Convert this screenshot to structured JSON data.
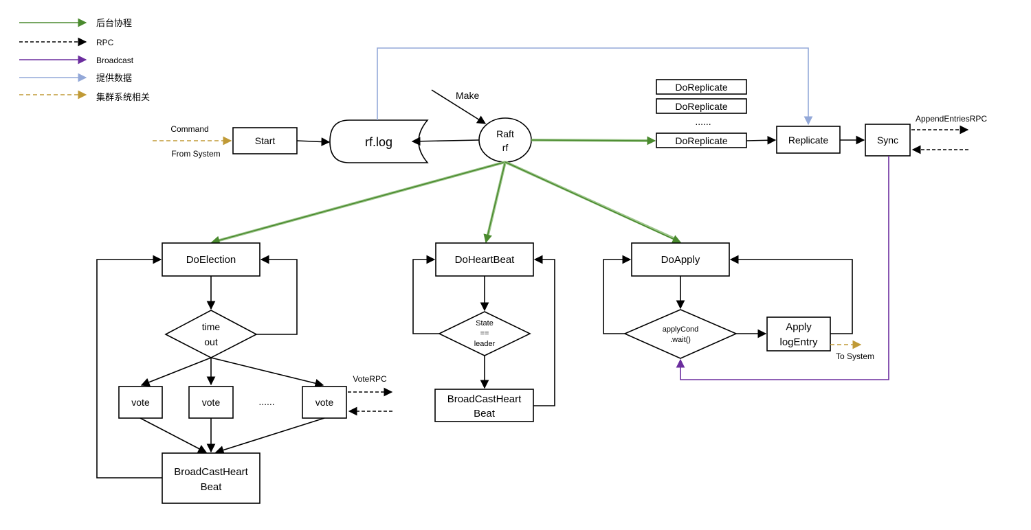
{
  "legend": {
    "green": "后台协程",
    "rpc": "RPC",
    "broadcast": "Broadcast",
    "data": "提供数据",
    "cluster": "集群系统相关"
  },
  "colors": {
    "green": "#4a8a2e",
    "rpc": "#000000",
    "broadcast": "#6b2d9e",
    "data": "#93a8d8",
    "cluster": "#c09a36"
  },
  "top": {
    "command": "Command",
    "from_system": "From System",
    "start": "Start",
    "rflog": "rf.log",
    "make": "Make",
    "raft_line1": "Raft",
    "raft_line2": "rf",
    "doreplicate": "DoReplicate",
    "ellipsis": "......",
    "replicate": "Replicate",
    "sync": "Sync",
    "append_rpc": "AppendEntriesRPC"
  },
  "election": {
    "title": "DoElection",
    "timeout_line1": "time",
    "timeout_line2": "out",
    "vote": "vote",
    "ellipsis": "......",
    "vote_rpc": "VoteRPC",
    "broadcast_line1": "BroadCastHeart",
    "broadcast_line2": "Beat"
  },
  "heartbeat": {
    "title": "DoHeartBeat",
    "cond_line1": "State",
    "cond_line2": "==",
    "cond_line3": "leader",
    "broadcast_line1": "BroadCastHeart",
    "broadcast_line2": "Beat"
  },
  "apply": {
    "title": "DoApply",
    "cond_line1": "applyCond",
    "cond_line2": ".wait()",
    "entry_line1": "Apply",
    "entry_line2": "logEntry",
    "to_system": "To System"
  }
}
